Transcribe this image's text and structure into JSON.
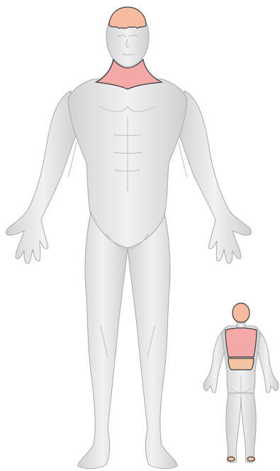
{
  "colors": {
    "background": "#ffffff",
    "skin": "#e6e6e6",
    "skin_shadow": "#c9c9c9",
    "outline": "#a8a8a8",
    "region_outline": "#3a3a3a",
    "head_top_fill": "#f5bca0",
    "neck_fill": "#f2a9a8",
    "upper_back_fill": "#f2a9a8",
    "lower_back_fill": "#f3c3a3",
    "foot_mark_fill": "#f3c3a3"
  },
  "views": {
    "front": {
      "highlighted_regions": [
        "top-of-head",
        "neck-front"
      ]
    },
    "back": {
      "highlighted_regions": [
        "back-of-head",
        "upper-back",
        "lower-back",
        "heels"
      ]
    }
  }
}
